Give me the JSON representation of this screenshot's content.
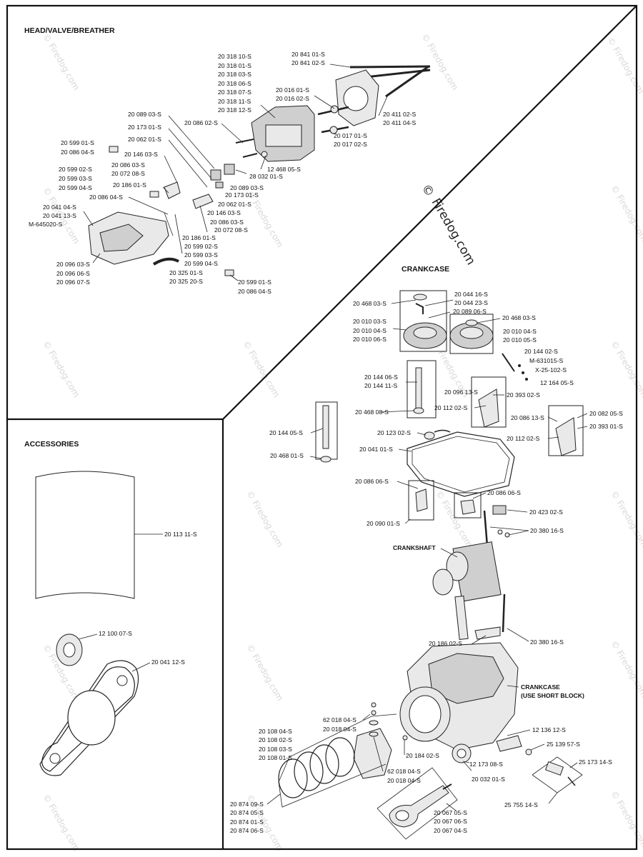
{
  "sections": {
    "head": "HEAD/VALVE/BREATHER",
    "accessories": "ACCESSORIES",
    "crankcase": "CRANKCASE"
  },
  "watermark": {
    "big_copyright": "©",
    "big_text": "Firedog.com",
    "small": "© Firedog.com"
  },
  "head_parts": {
    "pushrods": [
      "20 841 01-S",
      "20 841 02-S"
    ],
    "head_group": [
      "20 318 10-S",
      "20 318 01-S",
      "20 318 03-S",
      "20 318 06-S",
      "20 318 07-S",
      "20 318 11-S",
      "20 318 12-S"
    ],
    "valves_intake": [
      "20 016 01-S",
      "20 016 02-S"
    ],
    "valves_exhaust": [
      "20 017 01-S",
      "20 017 02-S"
    ],
    "pushrod_right": [
      "20 411 02-S",
      "20 411 04-S"
    ],
    "p_089_03_a": "20 089 03-S",
    "p_173_01_a": "20 173 01-S",
    "p_062_01_a": "20 062 01-S",
    "p_086_02": "20 086 02-S",
    "p_599_01_left": "20 599 01-S",
    "p_086_04_left": "20 086 04-S",
    "p_146_03_a": "20 146 03-S",
    "p_086_03_a": "20 086 03-S",
    "p_072_08_a": "20 072 08-S",
    "grp_599_left": [
      "20 599 02-S",
      "20 599 03-S",
      "20 599 04-S"
    ],
    "p_186_01_a": "20 186 01-S",
    "p_086_04_b": "20 086 04-S",
    "p_041_04": "20 041 04-S",
    "p_041_13": "20 041 13-S",
    "p_m645020": "M-645020-S",
    "p_028_032": "28 032 01-S",
    "p_468_05": "12 468 05-S",
    "p_089_03_b": "20 089 03-S",
    "p_173_01_b": "20 173 01-S",
    "p_062_01_b": "20 062 01-S",
    "p_146_03_b": "20 146 03-S",
    "p_086_03_b": "20 086 03-S",
    "p_072_08_b": "20 072 08-S",
    "p_186_01_b": "20 186 01-S",
    "grp_599_mid": [
      "20 599 02-S",
      "20 599 03-S",
      "20 599 04-S"
    ],
    "grp_096": [
      "20 096 03-S",
      "20 096 06-S",
      "20 096 07-S"
    ],
    "grp_325": [
      "20 325 01-S",
      "20 325 20-S"
    ],
    "grp_599_bottom": [
      "20 599 01-S",
      "20 086 04-S"
    ]
  },
  "accessory_parts": {
    "p_113": "20 113 11-S",
    "p_100": "12 100 07-S",
    "p_041_12": "20 041 12-S"
  },
  "crankcase_parts": {
    "p_468_03_a": "20 468 03-S",
    "grp_044": [
      "20 044 16-S",
      "20 044 23-S"
    ],
    "p_089_06": "20 089 06-S",
    "grp_010_left": [
      "20 010 03-S",
      "20 010 04-S",
      "20 010 06-S"
    ],
    "p_468_03_b": "20 468 03-S",
    "grp_010_right": [
      "20 010 04-S",
      "20 010 05-S"
    ],
    "grp_144_02": [
      "20 144 02-S",
      "M-631015-S",
      "X-25-102-S",
      "12 164 05-S"
    ],
    "grp_144_06": [
      "20 144 06-S",
      "20 144 11-S"
    ],
    "p_096_13": "20 096 13-S",
    "p_393_02": "20 393 02-S",
    "p_112_02_a": "20 112 02-S",
    "p_468_08": "20 468 08-S",
    "p_086_13": "20 086 13-S",
    "p_082_05": "20 082 05-S",
    "p_393_01": "20 393 01-S",
    "p_112_02_b": "20 112 02-S",
    "p_144_05": "20 144 05-S",
    "p_123_02": "20 123 02-S",
    "p_041_01": "20 041 01-S",
    "p_468_01": "20 468 01-S",
    "p_086_06_a": "20 086 06-S",
    "p_086_06_b": "20 086 06-S",
    "p_423_02": "20 423 02-S",
    "p_090_01": "20 090 01-S",
    "p_380_16_a": "20 380 16-S",
    "crankshaft_label": "CRANKSHAFT",
    "p_186_02": "20 186 02-S",
    "p_380_16_b": "20 380 16-S",
    "crankcase_label": [
      "CRANKCASE",
      "(USE SHORT BLOCK)"
    ],
    "grp_018_a": [
      "62 018 04-S",
      "20 018 04-S"
    ],
    "grp_108": [
      "20 108 04-S",
      "20 108 02-S",
      "20 108 03-S",
      "20 108 01-S"
    ],
    "p_136_12": "12 136 12-S",
    "p_139_57": "25 139 57-S",
    "p_184_02": "20 184 02-S",
    "p_173_08": "12 173 08-S",
    "p_173_14": "25 173 14-S",
    "grp_018_b": [
      "62 018 04-S",
      "20 018 04-S"
    ],
    "p_032_01": "20 032 01-S",
    "grp_874": [
      "20 874 09-S",
      "20 874 05-S",
      "20 874 01-S",
      "20 874 06-S"
    ],
    "p_755_14": "25 755 14-S",
    "grp_067": [
      "20 067 05-S",
      "20 067 06-S",
      "20 067 04-S"
    ]
  }
}
